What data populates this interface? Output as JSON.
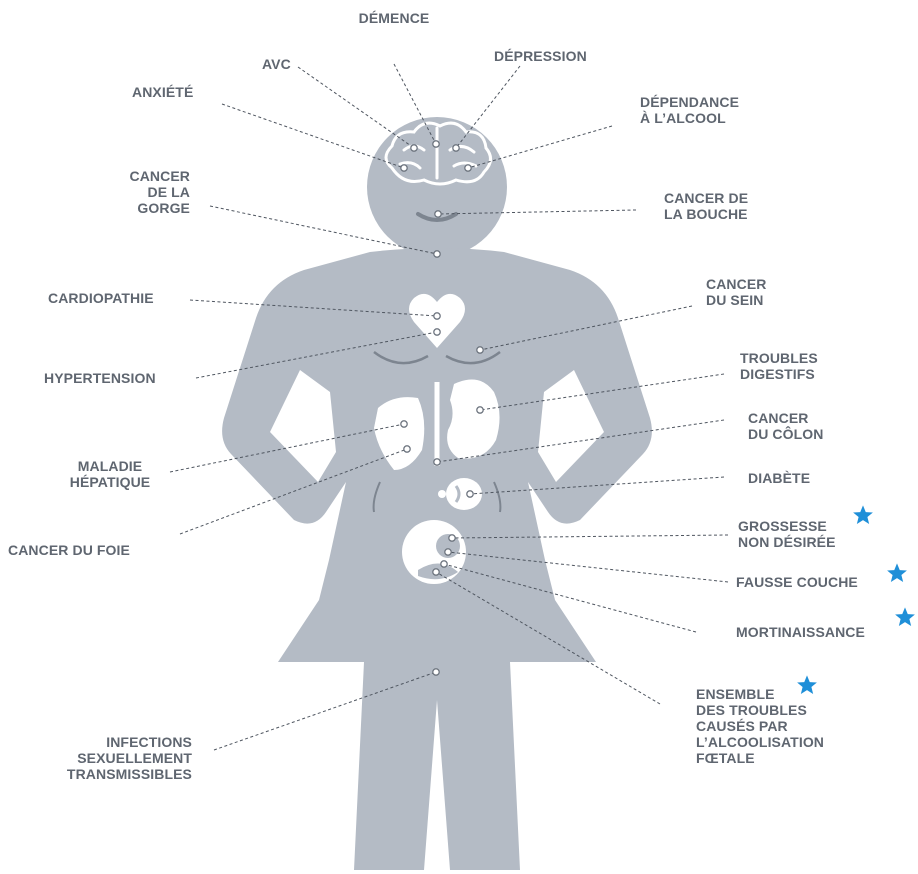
{
  "colors": {
    "body": "#b4bbc5",
    "organ": "#ffffff",
    "label": "#5f6670",
    "leader": "#4f5660",
    "star": "#1f8fd8"
  },
  "labels": {
    "dementia": "DÉMENCE",
    "stroke": "AVC",
    "depression": "DÉPRESSION",
    "anxiety": "ANXIÉTÉ",
    "alcohol_dependence": "DÉPENDANCE\nÀ L’ALCOOL",
    "throat_cancer": "CANCER\nDE LA\nGORGE",
    "mouth_cancer": "CANCER DE\nLA BOUCHE",
    "heart_disease": "CARDIOPATHIE",
    "breast_cancer": "CANCER\nDU SEIN",
    "hypertension": "HYPERTENSION",
    "digestive_disorders": "TROUBLES\nDIGESTIFS",
    "colon_cancer": "CANCER\nDU CÔLON",
    "liver_disease": "MALADIE\nHÉPATIQUE",
    "diabetes": "DIABÈTE",
    "liver_cancer": "CANCER DU FOIE",
    "unwanted_pregnancy": "GROSSESSE\nNON DÉSIRÉE",
    "miscarriage": "FAUSSE COUCHE",
    "stillbirth": "MORTINAISSANCE",
    "fasd": "ENSEMBLE\nDES TROUBLES\nCAUSÉS PAR\nL’ALCOOLISATION\nFŒTALE",
    "sti": "INFECTIONS\nSEXUELLEMENT\nTRANSMISSIBLES"
  },
  "starred": [
    "unwanted_pregnancy",
    "miscarriage",
    "stillbirth",
    "fasd"
  ],
  "icons": {
    "figure": "woman-silhouette-icon",
    "brain": "brain-icon",
    "heart": "heart-icon",
    "liver": "liver-icon",
    "stomach": "stomach-icon",
    "pancreas": "pancreas-icon",
    "uterus": "uterus-fetus-icon",
    "star": "star-icon"
  }
}
